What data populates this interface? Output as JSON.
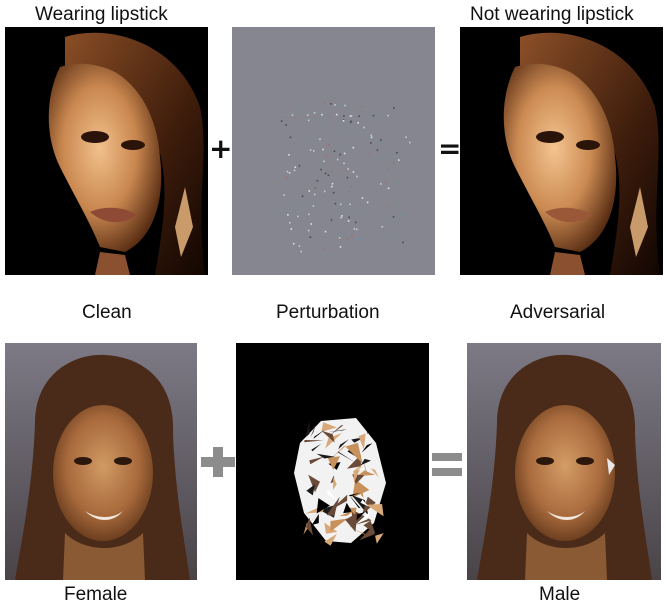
{
  "top_row": {
    "left_label": "Wearing lipstick",
    "right_label": "Not wearing lipstick",
    "plus_symbol": "+",
    "equals_symbol": "="
  },
  "middle_labels": {
    "clean": "Clean",
    "perturbation": "Perturbation",
    "adversarial": "Adversarial"
  },
  "bottom_row": {
    "left_label": "Female",
    "right_label": "Male"
  },
  "colors": {
    "top_background": "#000000",
    "noise_background": "#868690",
    "bottom_background": "#5d585f",
    "operator_gray": "#8c8c8c"
  }
}
